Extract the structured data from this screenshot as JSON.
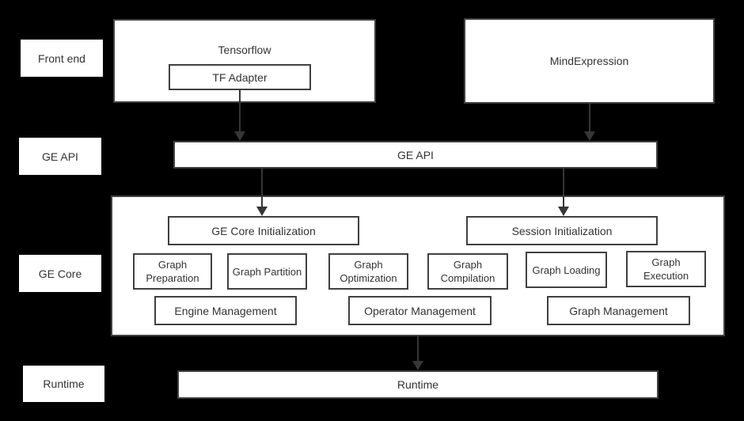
{
  "row_labels": {
    "front_end": "Front end",
    "ge_api": "GE API",
    "ge_core": "GE Core",
    "runtime": "Runtime"
  },
  "front_end": {
    "tensorflow_title": "Tensorflow",
    "tf_adapter": "TF Adapter",
    "mindexpression_title": "MindExpression"
  },
  "ge_api": {
    "bar_label": "GE API"
  },
  "ge_core": {
    "ge_core_init": "GE Core Initialization",
    "session_init": "Session Initialization",
    "graph_preparation": "Graph Preparation",
    "graph_partition": "Graph Partition",
    "graph_optimization": "Graph Optimization",
    "graph_compilation": "Graph Compilation",
    "graph_loading": "Graph Loading",
    "graph_execution": "Graph Execution",
    "engine_management": "Engine Management",
    "operator_management": "Operator Management",
    "graph_management": "Graph Management"
  },
  "runtime": {
    "bar_label": "Runtime"
  },
  "colors": {
    "background": "#000000",
    "box_fill": "#ffffff",
    "box_border": "#404040",
    "text": "#333333",
    "arrow": "#363636"
  }
}
